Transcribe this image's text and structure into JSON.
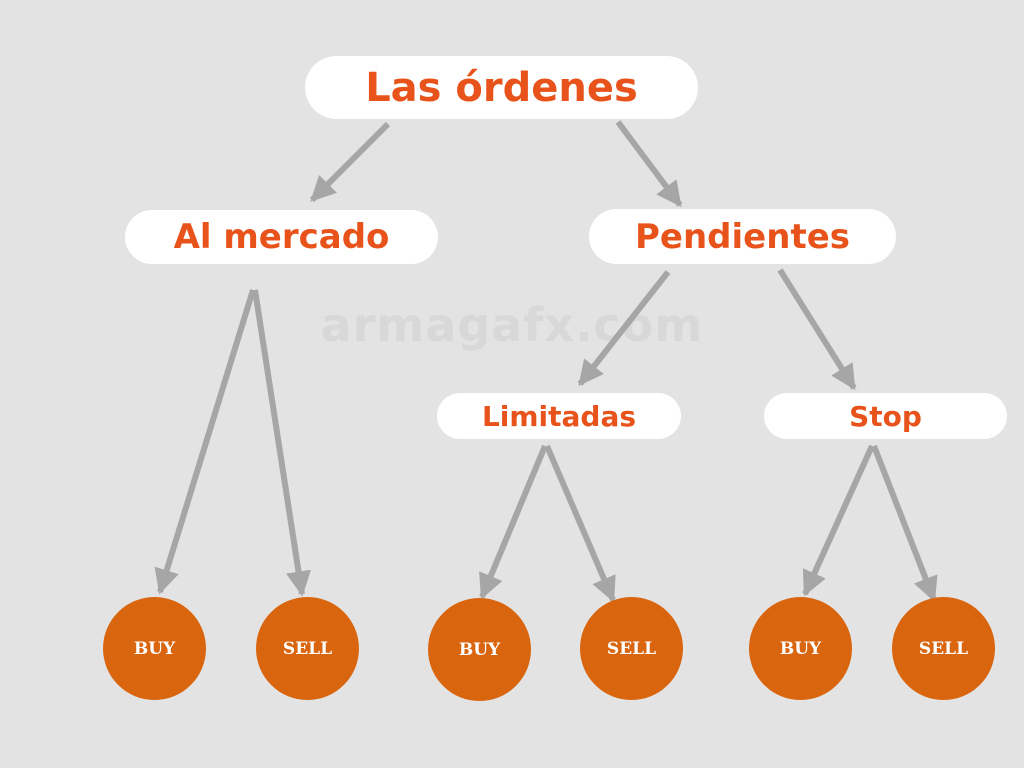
{
  "colors": {
    "background": "#e3e3e3",
    "accent": "#e8531b",
    "node": "#d9650f",
    "arrow": "#a6a6a6"
  },
  "watermark": "armagafx.com",
  "root": {
    "label": "Las órdenes"
  },
  "level1": {
    "market": "Al mercado",
    "pending": "Pendientes"
  },
  "level2": {
    "limit": "Limitadas",
    "stop": "Stop"
  },
  "leaves": {
    "market_buy": "BUY",
    "market_sell": "SELL",
    "limit_buy": "BUY",
    "limit_sell": "SELL",
    "stop_buy": "BUY",
    "stop_sell": "SELL"
  }
}
